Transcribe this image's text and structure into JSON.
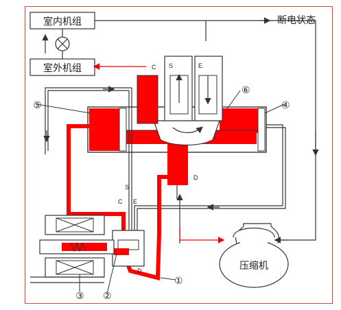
{
  "title": "断电状态",
  "indoor_unit": "室内机组",
  "outdoor_unit": "室外机组",
  "compressor": "压缩机",
  "port_labels": {
    "c_top": "C",
    "s_top": "S",
    "e_top": "E",
    "d_mid": "D",
    "s_pilot": "S",
    "c_pilot": "C",
    "e_pilot": "E",
    "d_pilot": "D"
  },
  "callouts": {
    "n1": "①",
    "n2": "②",
    "n3": "③",
    "n4": "④",
    "n5": "⑤",
    "n6": "⑥"
  },
  "colors": {
    "high_pressure": "#ff0000",
    "line": "#333333",
    "border": "#c0504d"
  }
}
